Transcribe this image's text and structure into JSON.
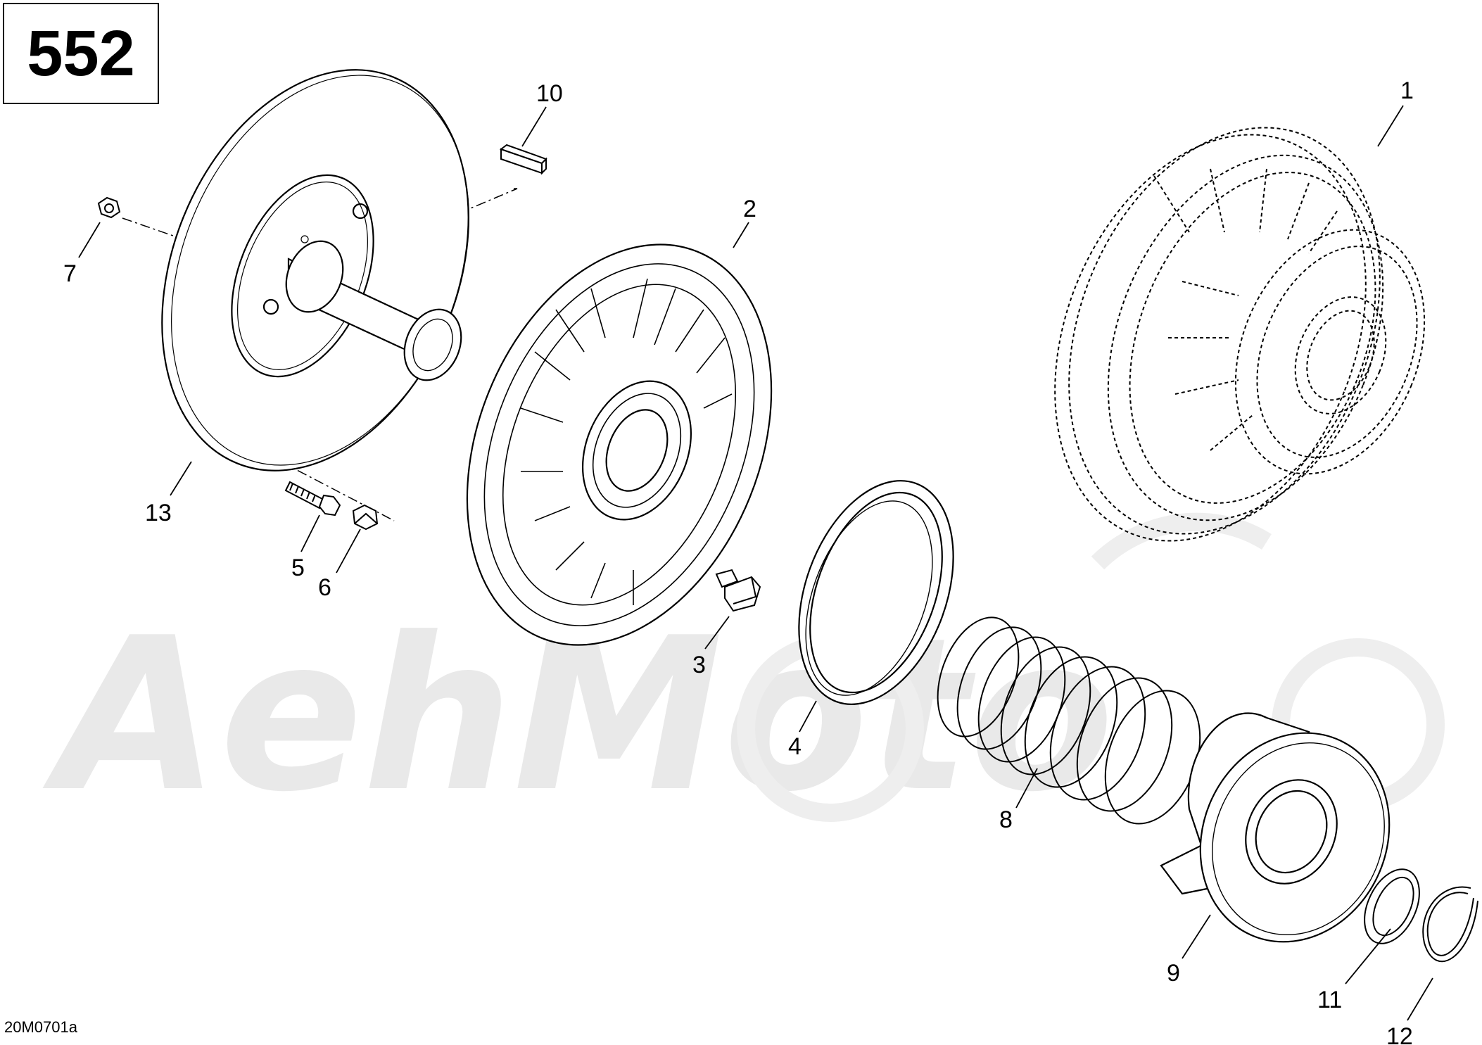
{
  "diagram": {
    "page_number": "552",
    "figure_code": "20M0701a",
    "watermark": "AehMoto",
    "callouts": [
      {
        "id": "c1",
        "label": "1"
      },
      {
        "id": "c2",
        "label": "2"
      },
      {
        "id": "c3",
        "label": "3"
      },
      {
        "id": "c4",
        "label": "4"
      },
      {
        "id": "c5",
        "label": "5"
      },
      {
        "id": "c6",
        "label": "6"
      },
      {
        "id": "c7",
        "label": "7"
      },
      {
        "id": "c8",
        "label": "8"
      },
      {
        "id": "c9",
        "label": "9"
      },
      {
        "id": "c10",
        "label": "10"
      },
      {
        "id": "c11",
        "label": "11"
      },
      {
        "id": "c12",
        "label": "12"
      },
      {
        "id": "c13",
        "label": "13"
      }
    ]
  }
}
